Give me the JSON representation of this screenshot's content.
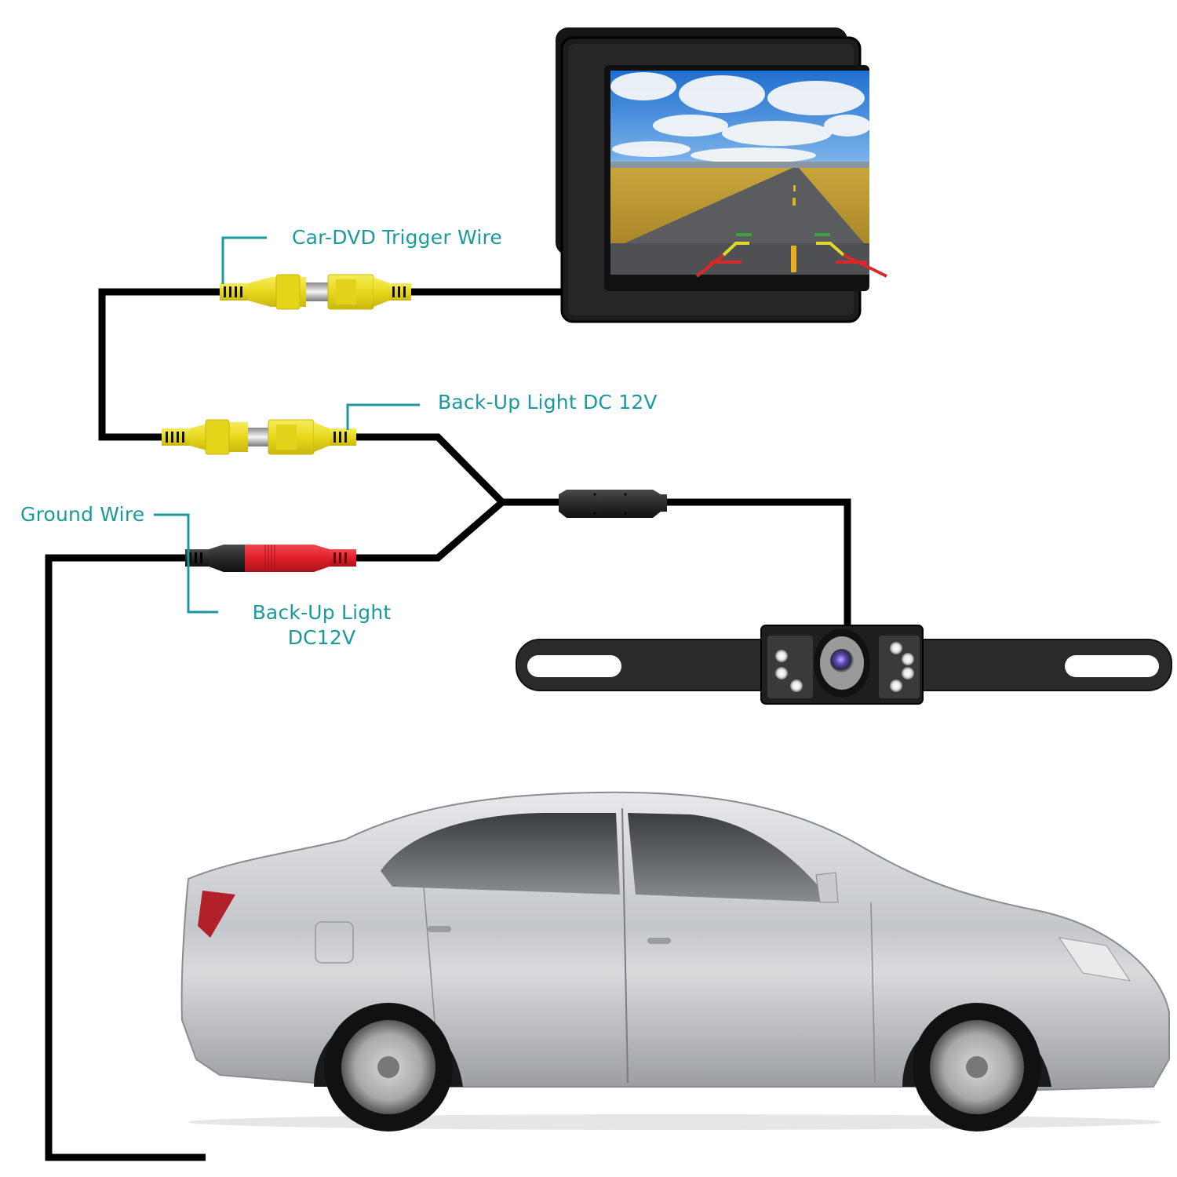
{
  "diagram": {
    "title": "Backup camera wiring diagram",
    "colors": {
      "label_text": "#1a9a9c",
      "leader_line": "#1a9a9c",
      "wire": "#000000",
      "rca_connector": "#f0e224",
      "power_connector": "#e2202a",
      "ground_connector": "#222222"
    },
    "labels": {
      "car_dvd_trigger": "Car-DVD Trigger Wire",
      "backup_light_dc12v_top": "Back-Up Light DC 12V",
      "ground_wire": "Ground Wire",
      "backup_light_line1": "Back-Up Light",
      "backup_light_line2": "DC12V"
    },
    "components": [
      {
        "id": "monitor",
        "name": "Rear-view monitor",
        "screen": "road-with-parking-guidelines"
      },
      {
        "id": "rca-connector-top",
        "name": "Yellow RCA video connector (monitor side)"
      },
      {
        "id": "rca-connector-middle",
        "name": "Yellow RCA video connector (camera side)"
      },
      {
        "id": "power-connector",
        "name": "Red/black DC power connector"
      },
      {
        "id": "cable-junction",
        "name": "Y-splitter junction"
      },
      {
        "id": "inline-filter",
        "name": "Inline cable filter"
      },
      {
        "id": "license-plate-camera",
        "name": "License plate backup camera with 8 IR LEDs"
      },
      {
        "id": "car",
        "name": "Silver sedan"
      }
    ]
  }
}
